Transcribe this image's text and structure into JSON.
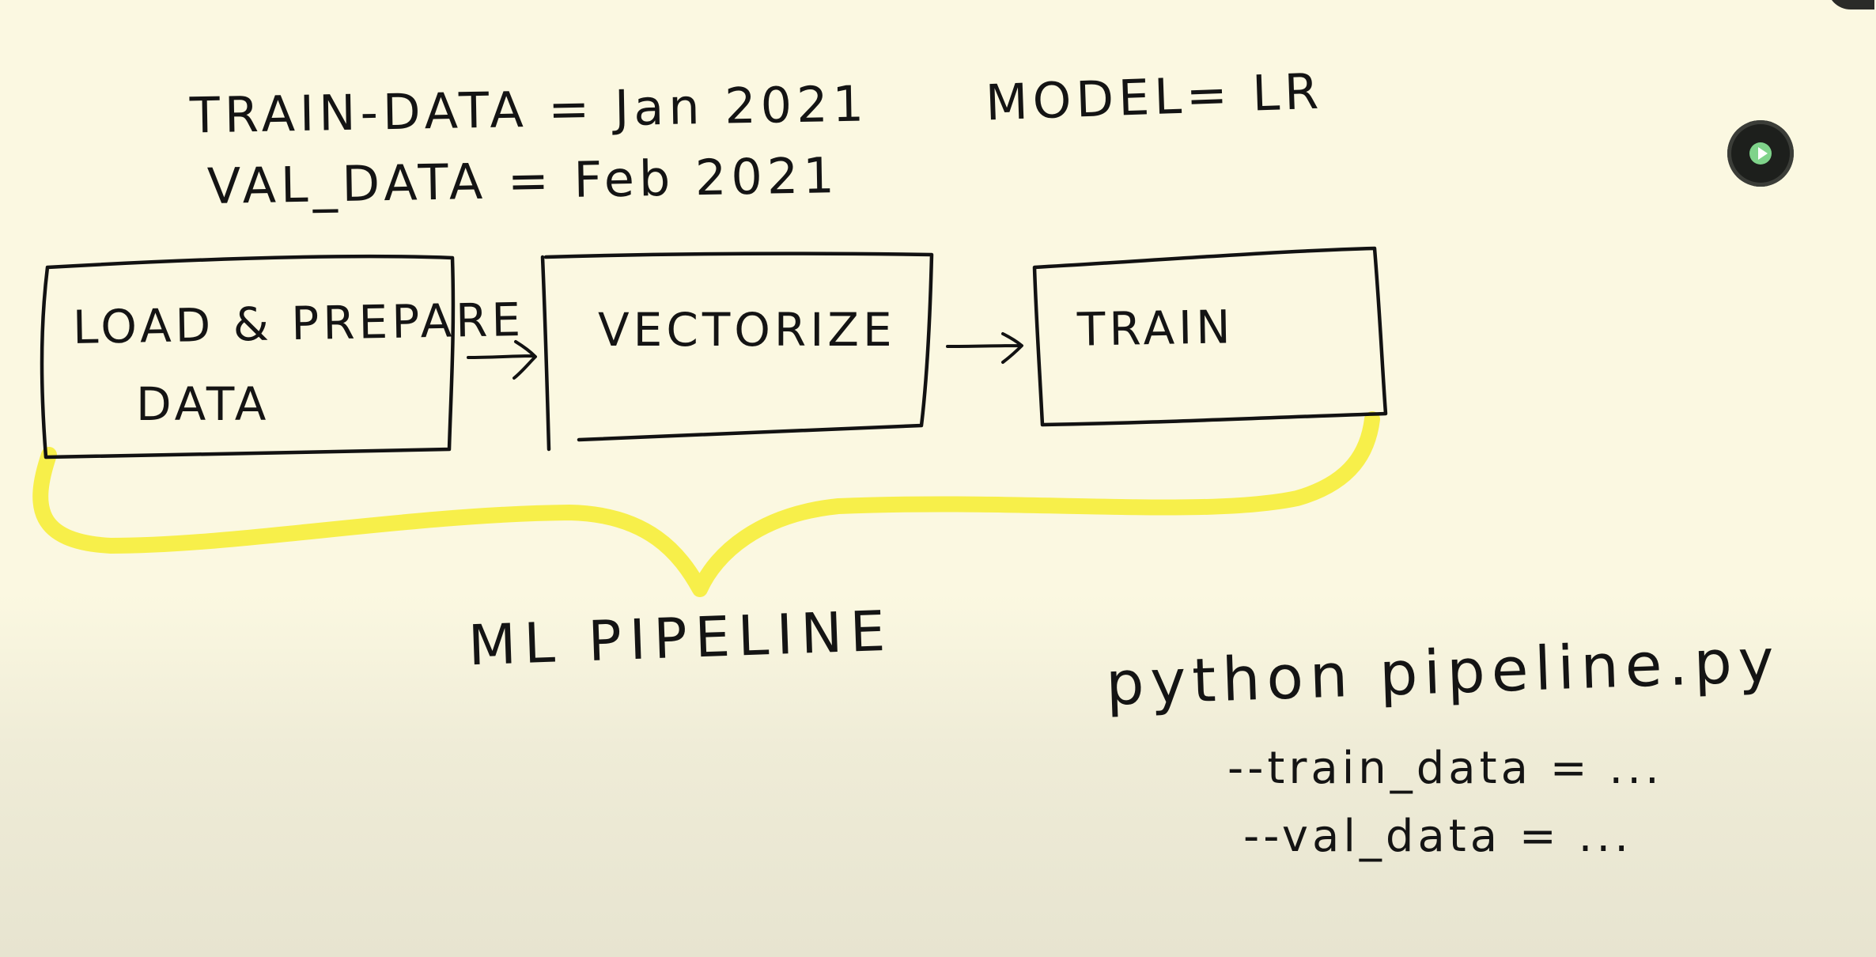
{
  "header": {
    "train_line": "TRAIN-DATA = Jan 2021",
    "val_line": "VAL_DATA = Feb 2021",
    "model_line": "MODEL= LR"
  },
  "pipeline": {
    "steps": [
      {
        "line1": "LOAD & PREPARE",
        "line2": "DATA"
      },
      {
        "line1": "VECTORIZE",
        "line2": ""
      },
      {
        "line1": "TRAIN",
        "line2": ""
      }
    ],
    "label": "ML PIPELINE",
    "brace_color": "#f7ef4a"
  },
  "command": {
    "main": "python pipeline.py",
    "arg_train": "--train_data = ...",
    "arg_val": "--val_data = ..."
  },
  "icons": {
    "record": "record-button-icon"
  }
}
